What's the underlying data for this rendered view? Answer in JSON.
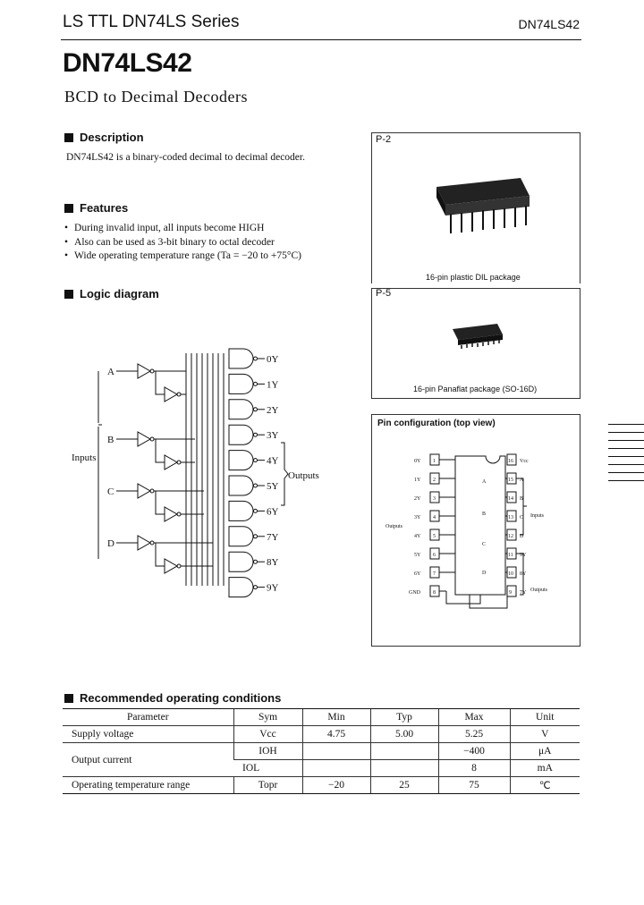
{
  "header": {
    "series": "LS TTL DN74LS Series",
    "code": "DN74LS42",
    "part_number": "DN74LS42",
    "subtitle": "BCD to Decimal Decoders"
  },
  "description": {
    "heading": "Description",
    "text": "DN74LS42 is a binary-coded decimal to decimal decoder."
  },
  "features": {
    "heading": "Features",
    "items": [
      "During invalid input, all inputs become HIGH",
      "Also can be used as 3-bit binary to octal decoder",
      "Wide operating temperature range (Ta = −20 to +75°C)"
    ]
  },
  "logic": {
    "heading": "Logic diagram",
    "inputs_label": "Inputs",
    "outputs_label": "Outputs",
    "input_names": [
      "A",
      "B",
      "C",
      "D"
    ],
    "outputs": [
      "0Y",
      "1Y",
      "2Y",
      "3Y",
      "4Y",
      "5Y",
      "6Y",
      "7Y",
      "8Y",
      "9Y"
    ]
  },
  "packages": [
    {
      "code": "P-2",
      "caption": "16-pin plastic DIL package"
    },
    {
      "code": "P-5",
      "caption": "16-pin Panaflat package (SO-16D)"
    }
  ],
  "pinconfig": {
    "title": "Pin configuration (top view)",
    "left": [
      {
        "num": "1",
        "label": "0Y"
      },
      {
        "num": "2",
        "label": "1Y"
      },
      {
        "num": "3",
        "label": "2Y"
      },
      {
        "num": "4",
        "label": "3Y"
      },
      {
        "num": "5",
        "label": "4Y"
      },
      {
        "num": "6",
        "label": "5Y"
      },
      {
        "num": "7",
        "label": "6Y"
      },
      {
        "num": "8",
        "label": "GND"
      }
    ],
    "right": [
      {
        "num": "16",
        "label": "Vcc"
      },
      {
        "num": "15",
        "label": "A"
      },
      {
        "num": "14",
        "label": "B"
      },
      {
        "num": "13",
        "label": "C"
      },
      {
        "num": "12",
        "label": "D"
      },
      {
        "num": "11",
        "label": "9Y"
      },
      {
        "num": "10",
        "label": "8Y"
      },
      {
        "num": "9",
        "label": "7Y"
      }
    ],
    "outputs_label": "Outputs",
    "inputs_label": "Inputs",
    "internal_inputs": [
      "A",
      "B",
      "C",
      "D"
    ]
  },
  "conditions": {
    "heading": "Recommended operating conditions",
    "columns": [
      "Parameter",
      "Sym",
      "Min",
      "Typ",
      "Max",
      "Unit"
    ],
    "rows": [
      {
        "param": "Supply voltage",
        "sym": "Vcc",
        "min": "4.75",
        "typ": "5.00",
        "max": "5.25",
        "unit": "V"
      },
      {
        "param": "Output current",
        "sym": "IOH",
        "min": "",
        "typ": "",
        "max": "−400",
        "unit": "μA"
      },
      {
        "param": "",
        "sym": "IOL",
        "min": "",
        "typ": "",
        "max": "8",
        "unit": "mA"
      },
      {
        "param": "Operating temperature range",
        "sym": "Topr",
        "min": "−20",
        "typ": "25",
        "max": "75",
        "unit": "℃"
      }
    ]
  }
}
